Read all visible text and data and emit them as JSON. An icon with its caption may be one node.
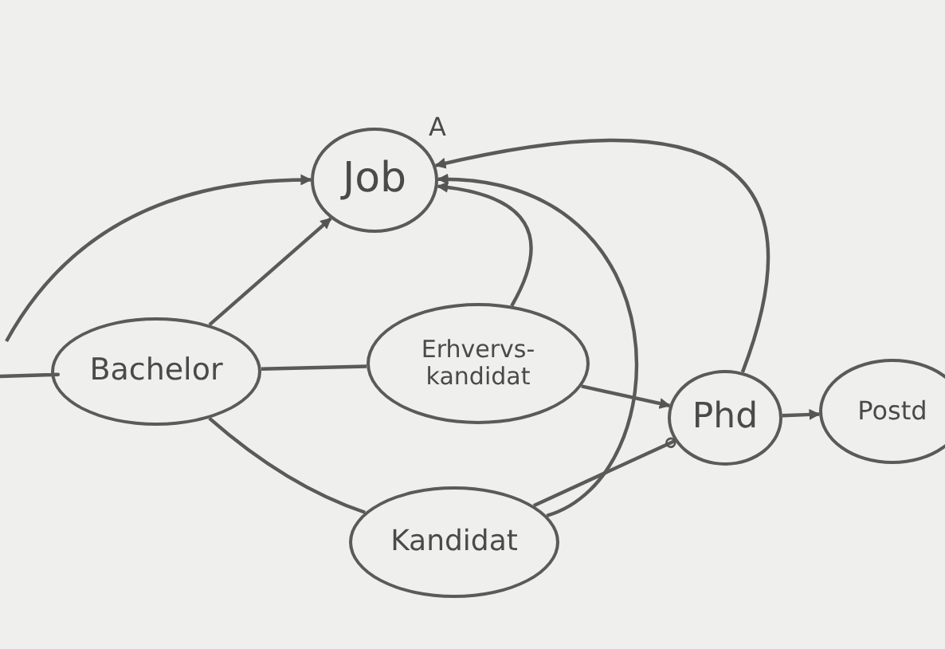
{
  "diagram": {
    "nodes": [
      {
        "text": [
          "Job"
        ]
      },
      {
        "text": [
          "Bachelor"
        ]
      },
      {
        "text": [
          "Erhvervs- kandidat"
        ]
      },
      {
        "text": [
          "Kandidat"
        ]
      },
      {
        "text": [
          "Phd"
        ]
      },
      {
        "text": [
          "Postd"
        ]
      }
    ],
    "edges": [
      {
        "from": null,
        "to": 1,
        "arrow": "none"
      },
      {
        "from": null,
        "to": 0,
        "arrow": "to"
      },
      {
        "from": 1,
        "to": 0,
        "arrow": "to"
      },
      {
        "from": 1,
        "to": 2,
        "arrow": "none"
      },
      {
        "from": 1,
        "to": 3,
        "arrow": "none"
      },
      {
        "from": 2,
        "to": 0,
        "arrow": "to"
      },
      {
        "from": 2,
        "to": 4,
        "arrow": "to"
      },
      {
        "from": 3,
        "to": 0,
        "arrow": "to"
      },
      {
        "from": 3,
        "to": 4,
        "arrow": "other"
      },
      {
        "from": 4,
        "to": 0,
        "arrow": "to",
        "label": "A"
      },
      {
        "from": 4,
        "to": 5,
        "arrow": "to"
      }
    ]
  }
}
